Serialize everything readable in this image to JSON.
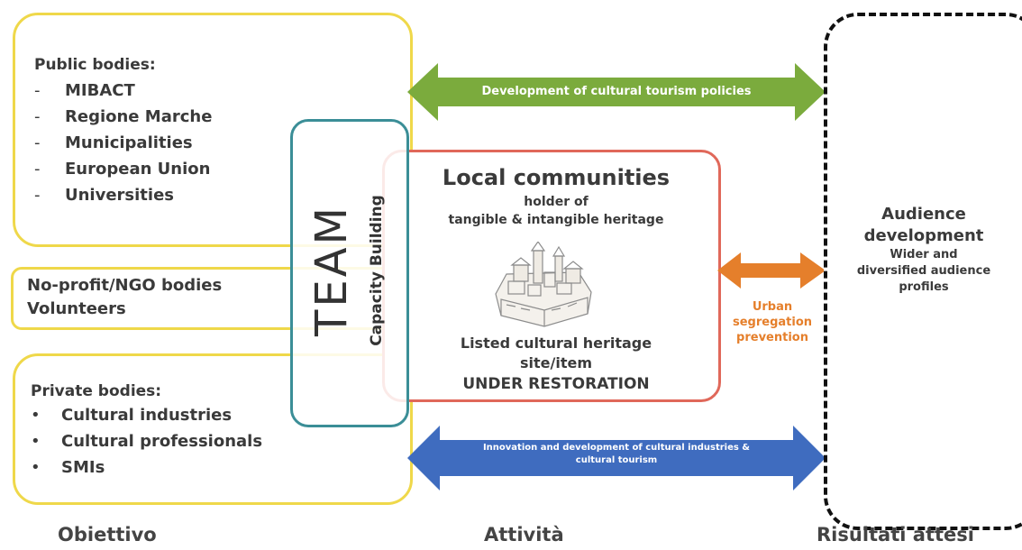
{
  "public": {
    "title": "Public bodies:",
    "items": [
      "MIBACT",
      "Regione Marche",
      "Municipalities",
      "European Union",
      "Universities"
    ],
    "marker": "-"
  },
  "ngo": {
    "line1": "No-profit/NGO bodies",
    "line2": "Volunteers"
  },
  "private": {
    "title": "Private bodies:",
    "items": [
      "Cultural industries",
      "Cultural professionals",
      "SMIs"
    ],
    "marker": "•"
  },
  "team": {
    "title": "TEAM",
    "subtitle": "Capacity Building"
  },
  "center": {
    "title": "Local communities",
    "line1": "holder of",
    "line2": "tangible & intangible heritage",
    "line3": "Listed cultural heritage",
    "line4": "site/item",
    "line5": "UNDER RESTORATION"
  },
  "arrows": {
    "top": "Development of cultural tourism policies",
    "middle": "Urban segregation prevention",
    "bottom_line1": "Innovation and development of cultural industries &",
    "bottom_line2": "cultural tourism"
  },
  "results": {
    "title_line1": "Audience",
    "title_line2": "development",
    "sub1": "Wider and",
    "sub2": "diversified audience",
    "sub3": "profiles"
  },
  "footer": {
    "left": "Obiettivo",
    "middle": "Attività",
    "right": "Risultati attesi"
  },
  "colors": {
    "yellow": "#efd84a",
    "green": "#7bab3d",
    "orange": "#e57f2b",
    "blue": "#3f6cbf",
    "teal": "#3b8e97",
    "red": "#e0685a"
  }
}
